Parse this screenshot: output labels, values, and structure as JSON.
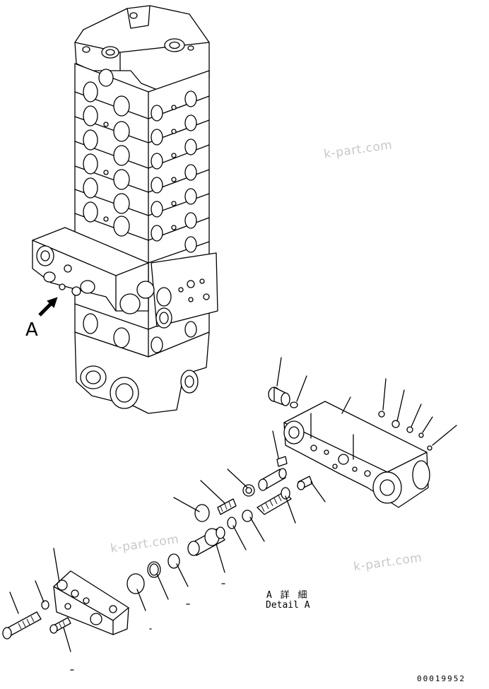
{
  "view_label": "A",
  "detail_ja": "A 詳 細",
  "detail_en": "Detail A",
  "watermarks": [
    "k-part.com",
    "k-part.com",
    "k-part.com"
  ],
  "figure_number": "00019952"
}
